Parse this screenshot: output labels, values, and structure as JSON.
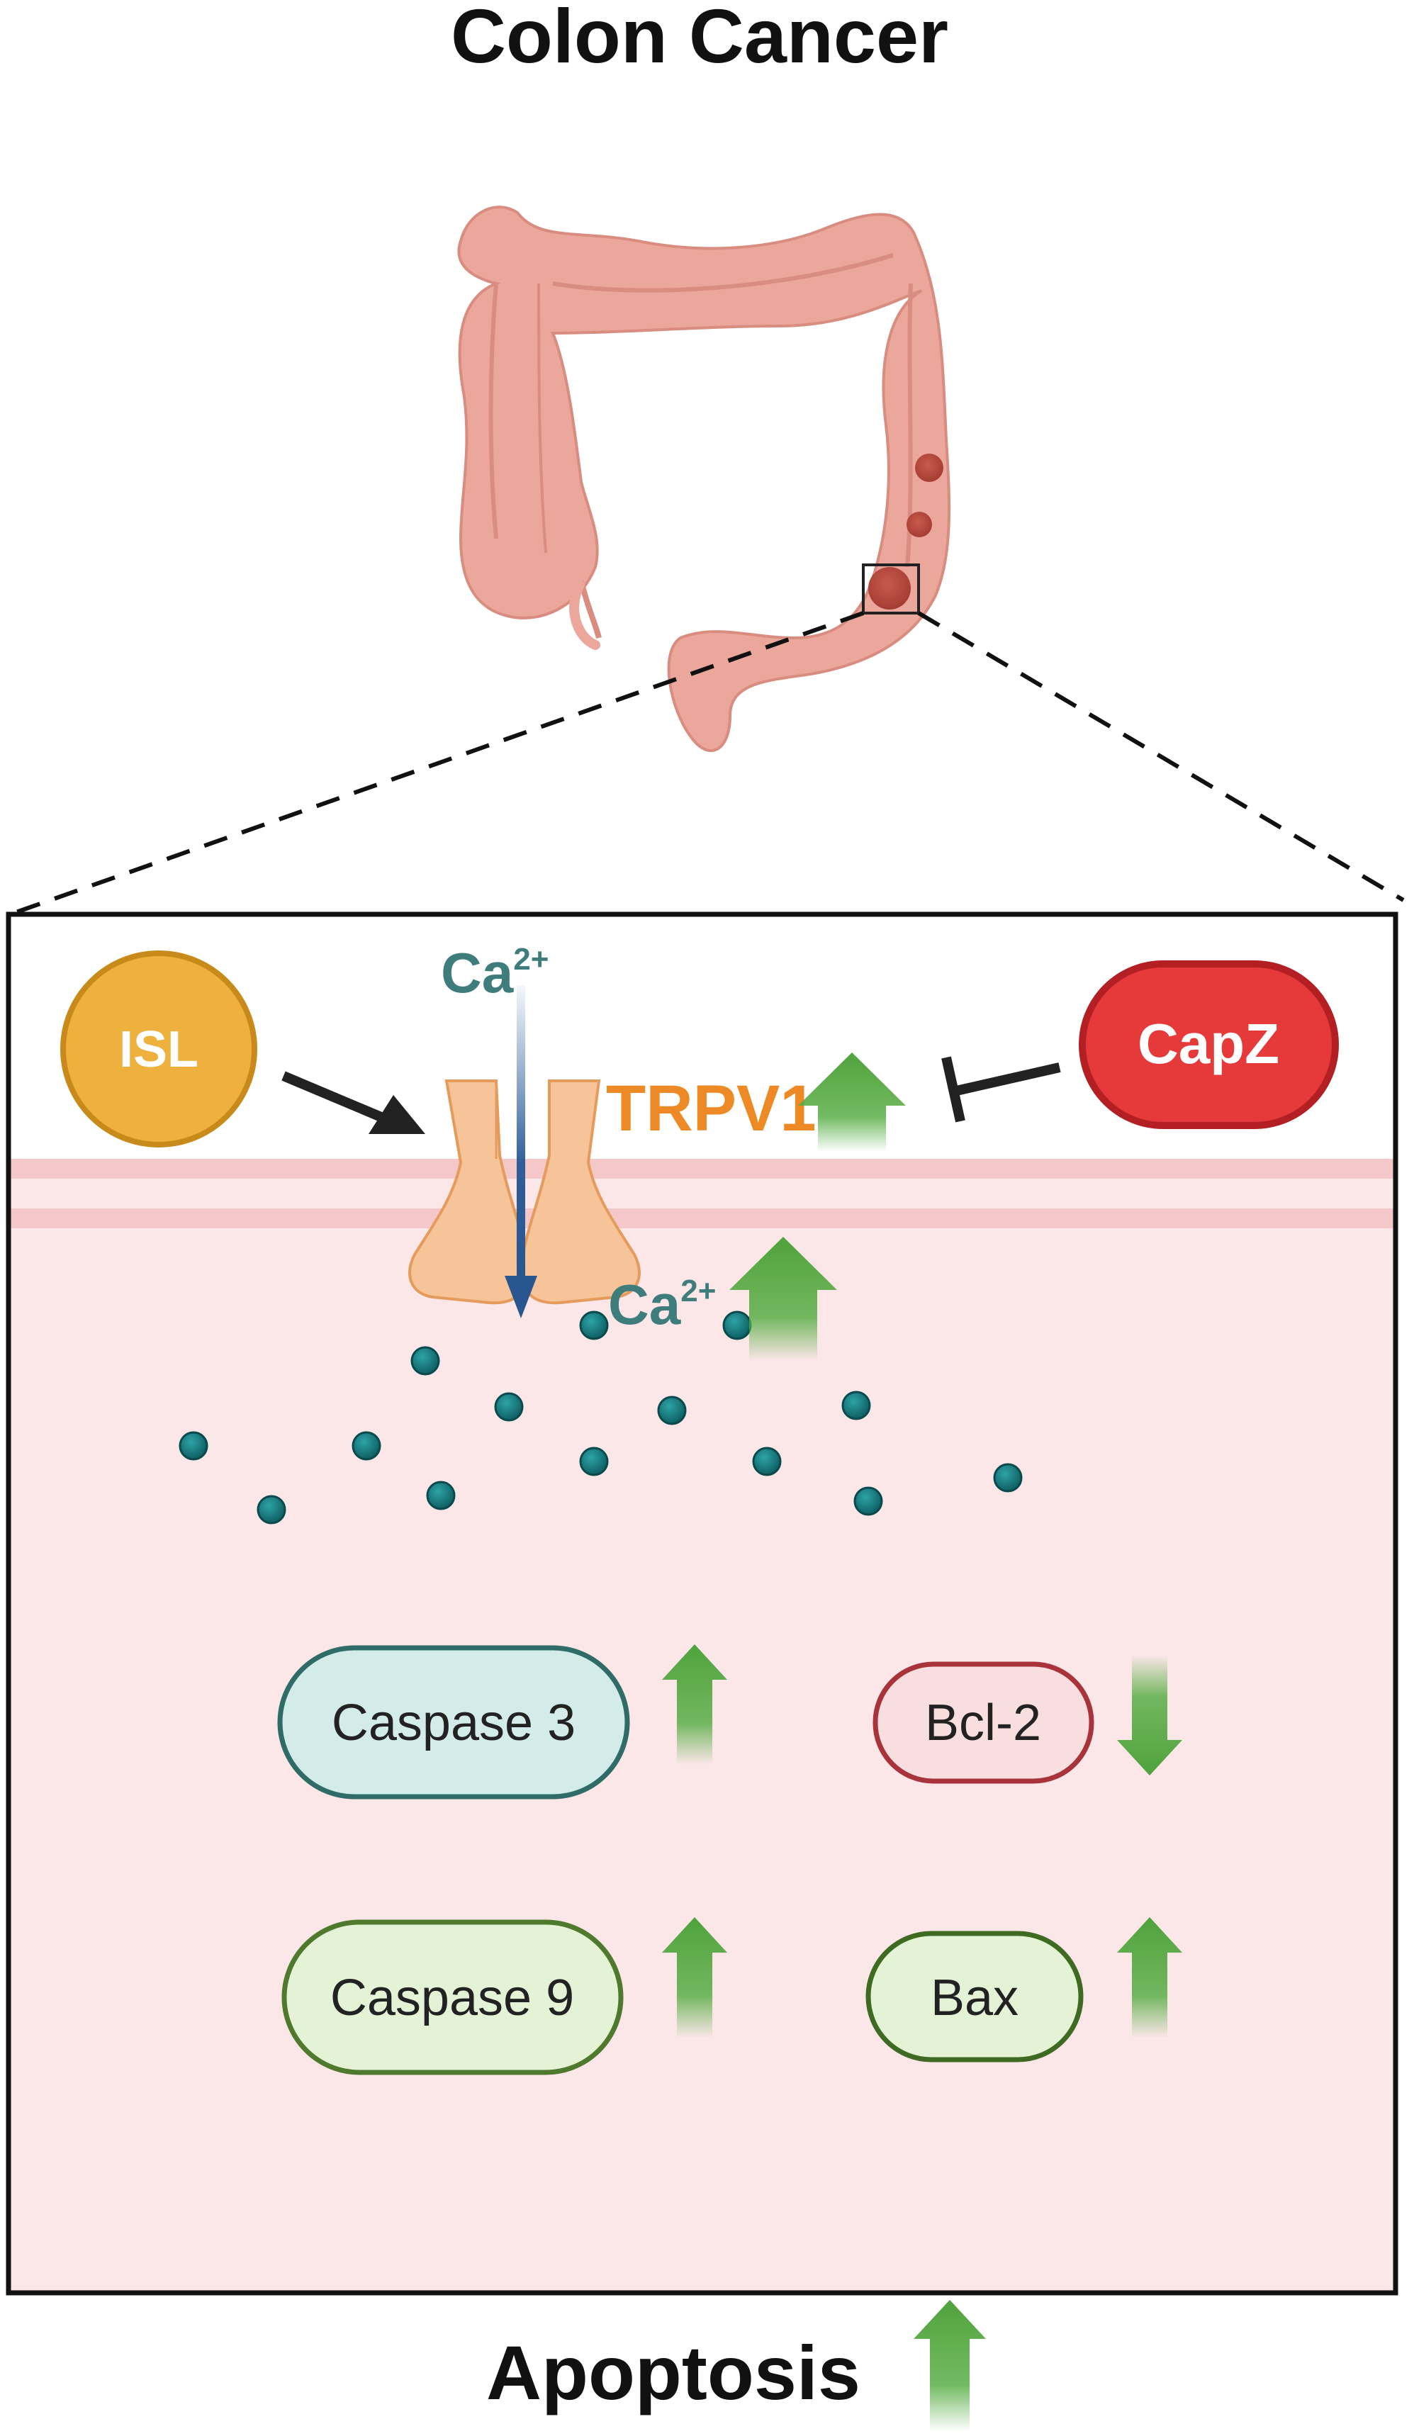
{
  "title": "Colon Cancer",
  "cell": {
    "ca_outside": "Ca",
    "ca_inside": "Ca",
    "ca_charge": "2+"
  },
  "nodes": {
    "isl": "ISL",
    "capz": "CapZ",
    "trpv1": "TRPV1",
    "caspase3": "Caspase 3",
    "caspase9": "Caspase 9",
    "bcl2": "Bcl-2",
    "bax": "Bax"
  },
  "outcome": "Apoptosis",
  "regulation": {
    "trpv1": "up",
    "calcium": "up",
    "caspase3": "up",
    "caspase9": "up",
    "bcl2": "down",
    "bax": "up",
    "apoptosis": "up"
  },
  "colors": {
    "isl_fill": "#efb13e",
    "capz_fill": "#e63a3a",
    "trpv1_text": "#ee8a26",
    "calcium_text": "#3f7d7c",
    "calcium_ion": "#0f6b70",
    "cytoplasm": "#fbe7e8",
    "membrane": "#f4c7c8",
    "arrow_green": "#5aae46",
    "colon": "#eba79b",
    "tumor": "#b9473d",
    "caspase3_fill": "#d3ecea",
    "caspase9_fill": "#e4f3d5",
    "bcl2_fill": "#f8dedf",
    "bax_fill": "#e4f3d5"
  }
}
